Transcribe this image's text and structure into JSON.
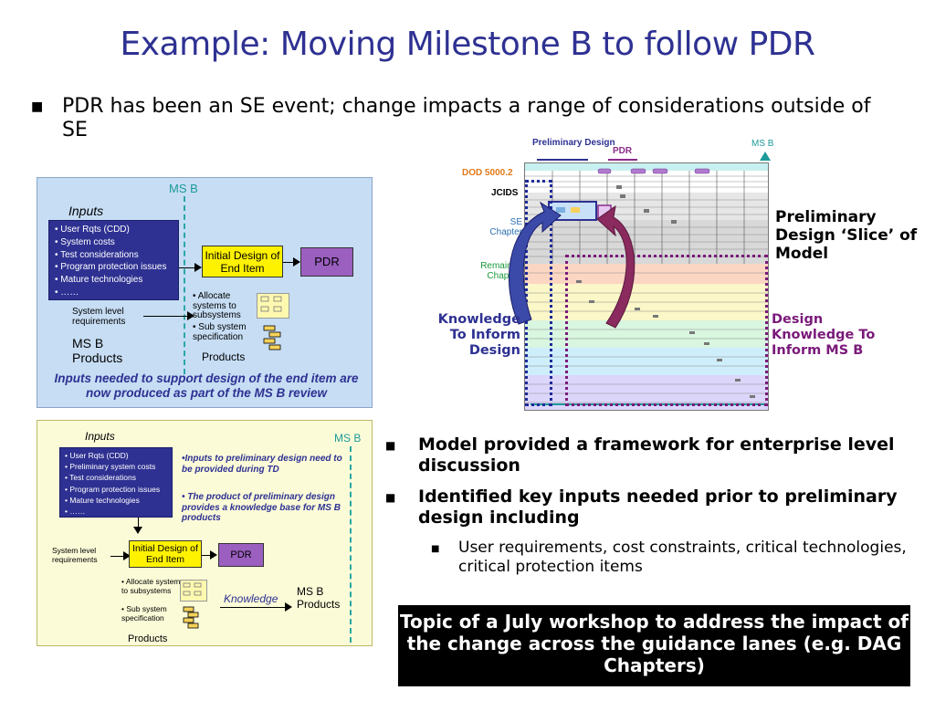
{
  "title": "Example: Moving Milestone B to follow PDR",
  "main_bullet": "PDR has been an SE event; change impacts a range of considerations outside of SE",
  "panel1": {
    "ms_b": "MS B",
    "inputs_title": "Inputs",
    "inputs": [
      "• User Rqts (CDD)",
      "• System costs",
      "• Test considerations",
      "• Program protection issues",
      "• Mature technologies",
      "• ……"
    ],
    "system_level": "System level requirements",
    "initial_design": "Initial Design of End Item",
    "pdr": "PDR",
    "bullets": [
      "• Allocate systems to subsystems",
      "• Sub system specification"
    ],
    "products": "Products",
    "ms_b_products": "MS B Products",
    "caption": "Inputs needed to support design of the end item are now produced as part of the MS B review"
  },
  "panel2": {
    "inputs_title": "Inputs",
    "ms_b": "MS B",
    "inputs": [
      "• User Rqts (CDD)",
      "• Preliminary system costs",
      "• Test considerations",
      "• Program protection issues",
      "• Mature technologies",
      "• ……"
    ],
    "note1": "•Inputs to preliminary design need to be provided during TD",
    "note2": "• The product of preliminary design provides a knowledge base for MS B products",
    "system_level": "System level requirements",
    "initial_design": "Initial Design of End Item",
    "pdr": "PDR",
    "bullets": [
      "• Allocate systems to subsystems",
      "• Sub system specification"
    ],
    "knowledge": "Knowledge",
    "ms_b_products": "MS B Products",
    "products": "Products"
  },
  "model": {
    "preliminary_design": "Preliminary Design",
    "pdr": "PDR",
    "ms_b": "MS B",
    "dod": "DOD 5000.2",
    "jcids": "JCIDS",
    "se_chapter": "SE Chapter",
    "remaining_chapters": "Remaining Chapters",
    "slice_label": "Preliminary Design ‘Slice’ of Model",
    "knowledge_inform": "Knowledge To Inform Design",
    "design_knowledge": "Design Knowledge To Inform MS B"
  },
  "right_bullets": {
    "b1": "Model provided a framework for enterprise level discussion",
    "b2": "Identified key inputs needed prior to preliminary design including",
    "sub1": "User requirements, cost constraints, critical technologies, critical protection items"
  },
  "topic": "Topic of a July workshop to address the impact of the change across the guidance lanes (e.g. DAG Chapters)",
  "colors": {
    "title": "#2e3192",
    "panel1_bg": "#c6ddf4",
    "panel2_bg": "#fbfbd8",
    "inputs_box": "#2e3192",
    "initial_design": "#fff200",
    "pdr_box": "#9b5fc0",
    "knowledge_arrow": "#3b4aa8",
    "design_arrow": "#8a2a5e"
  }
}
